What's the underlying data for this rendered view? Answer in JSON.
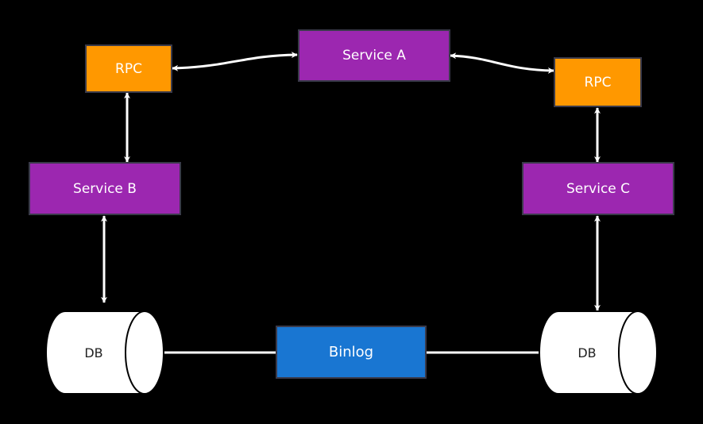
{
  "nodes": {
    "service_a": "Service A",
    "service_b": "Service B",
    "service_c": "Service C",
    "rpc_left": "RPC",
    "rpc_right": "RPC",
    "db_left": "DB",
    "db_right": "DB",
    "binlog": "Binlog"
  },
  "colors": {
    "background": "#000000",
    "service": "#9c27b0",
    "rpc": "#ff9800",
    "binlog": "#1976d2",
    "db_fill": "#ffffff",
    "connector": "#ffffff"
  }
}
